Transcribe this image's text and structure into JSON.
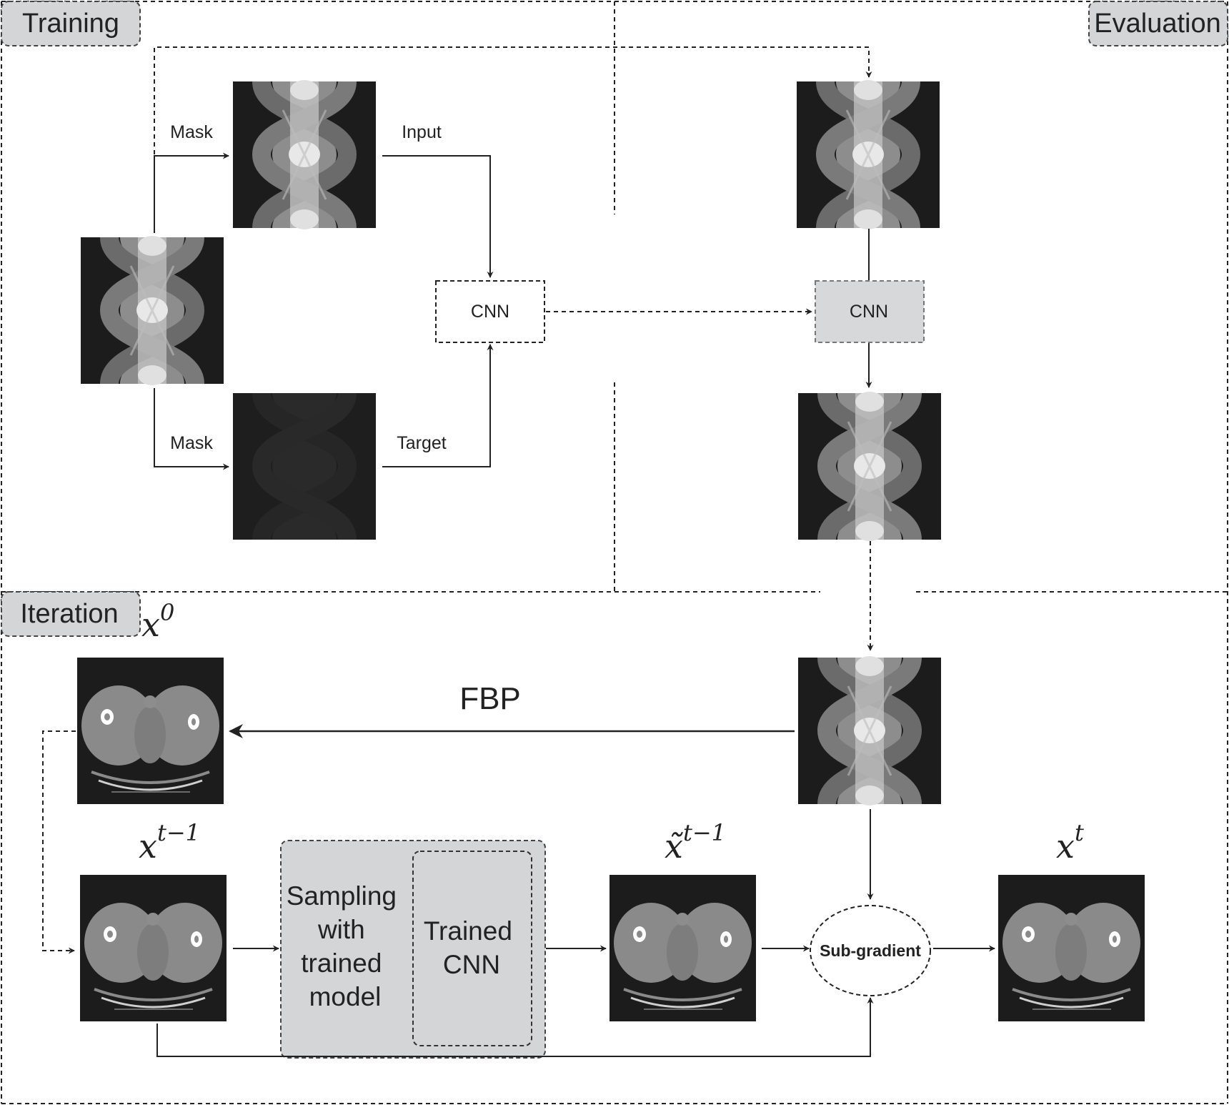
{
  "sections": {
    "training": "Training",
    "evaluation": "Evaluation",
    "iteration": "Iteration"
  },
  "training": {
    "mask_top": "Mask",
    "mask_bottom": "Mask",
    "input": "Input",
    "target": "Target",
    "cnn": "CNN"
  },
  "evaluation": {
    "cnn": "CNN"
  },
  "iteration": {
    "x0_base": "x",
    "x0_sup": "0",
    "fbp": "FBP",
    "xtm1_base": "x",
    "xtm1_sup": "t−1",
    "xtilde_base": "x̃",
    "xtilde_sup": "t−1",
    "xt_base": "x",
    "xt_sup": "t",
    "sampling_lines": [
      "Sampling",
      "with",
      "trained",
      "model"
    ],
    "trained_cnn_lines": [
      "Trained",
      "CNN"
    ],
    "subgradient": "Sub-gradient"
  },
  "colors": {
    "section_tab": "#d4d5d7",
    "cnn_eval_fill": "#d7d8da",
    "sampling_fill": "#d4d5d7",
    "image_bg": "#1c1c1c",
    "line": "#222222"
  }
}
